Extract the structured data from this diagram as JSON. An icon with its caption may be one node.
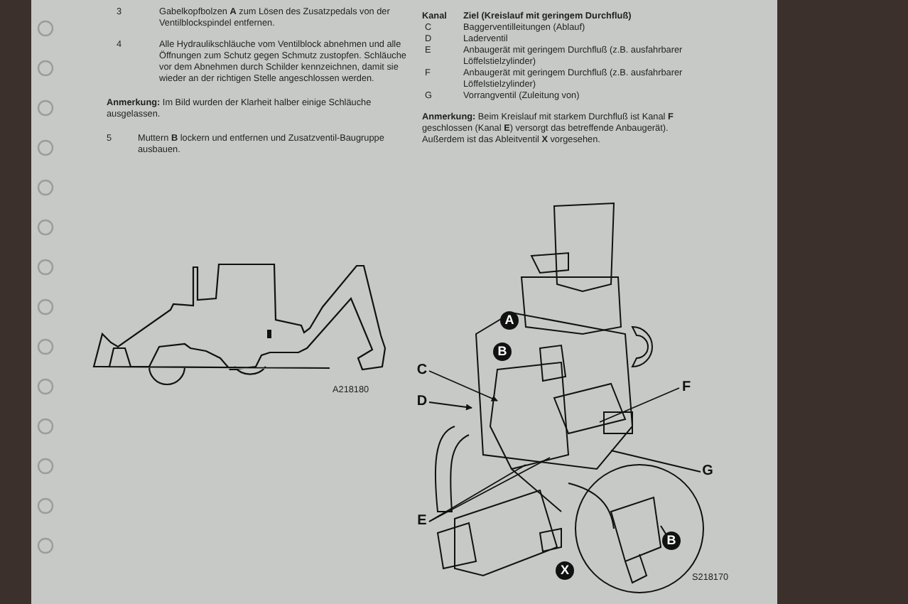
{
  "diagram": {
    "nodes": [
      {
        "text": [
          "A"
        ]
      },
      {
        "text": [
          "B"
        ]
      },
      {
        "text": [
          "C"
        ]
      },
      {
        "text": [
          "D"
        ]
      },
      {
        "text": [
          "E"
        ]
      },
      {
        "text": [
          "F"
        ]
      },
      {
        "text": [
          "G"
        ]
      },
      {
        "text": [
          "B"
        ]
      },
      {
        "text": [
          "X"
        ]
      }
    ],
    "edges": [
      {
        "from": 2,
        "to": null,
        "arrow": "to"
      },
      {
        "from": 3,
        "to": null,
        "arrow": "to"
      },
      {
        "from": 4,
        "to": null,
        "arrow": "none"
      },
      {
        "from": 4,
        "to": null,
        "arrow": "none"
      },
      {
        "from": 5,
        "to": null,
        "arrow": "none"
      },
      {
        "from": 6,
        "to": null,
        "arrow": "none"
      }
    ],
    "labels": [
      "3",
      "Gabelkopfbolzen **A** zum Lösen des Zusatzpedals von der Ventilblockspindel entfernen.",
      "4",
      "Alle Hydraulikschläuche vom Ventilblock abnehmen und alle Öffnungen zum Schutz gegen Schmutz zustopfen. Schläuche vor dem Abnehmen durch Schilder kennzeichnen, damit sie wieder an der richtigen Stelle angeschlossen werden.",
      "**Anmerkung:** Im Bild wurden der Klarheit halber einige Schläuche ausgelassen.",
      "5",
      "Muttern **B** lockern und entfernen und Zusatzventil-Baugruppe ausbauen.",
      "Kanal",
      "Ziel (Kreislauf mit geringem Durchfluß)",
      "C",
      "Baggerventilleitungen (Ablauf)",
      "D",
      "Laderventil",
      "E",
      "Anbaugerät mit geringem Durchfluß (z.B. ausfahrbarer Löffelstielzylinder)",
      "F",
      "Anbaugerät mit geringem Durchfluß (z.B. ausfahrbarer Löffelstielzylinder)",
      "G",
      "Vorrangventil (Zuleitung von)",
      "**Anmerkung:** Beim Kreislauf mit starkem Durchfluß ist Kanal **F** geschlossen (Kanal **E**) versorgt das betreffende Anbaugerät). Außerdem ist das Ableitventil **X** vorgesehen.",
      "A218180",
      "S218170"
    ]
  }
}
